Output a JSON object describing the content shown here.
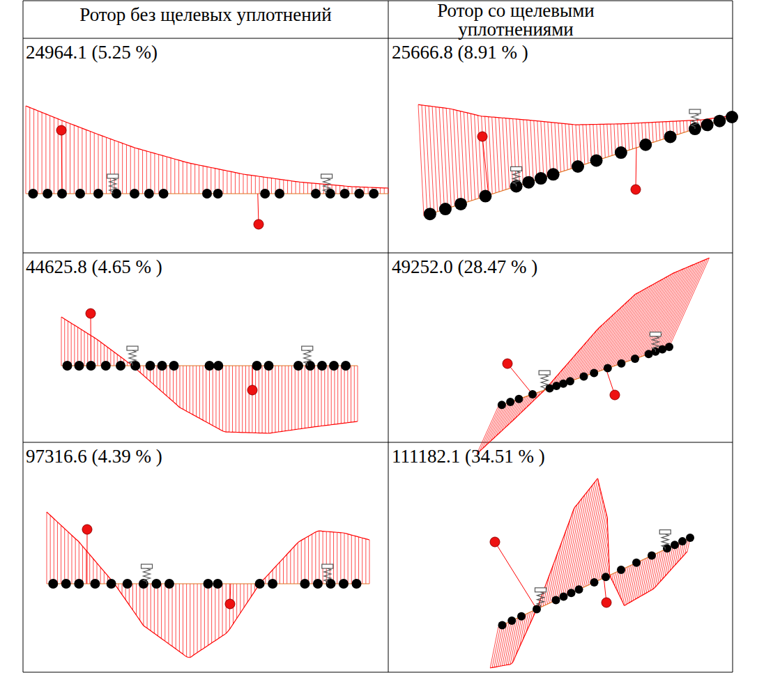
{
  "diagram": {
    "labels": [
      "Ротор без щелевых уплотнений",
      "Ротор со щелевыми уплотнениями",
      "24964.1 (5.25 %)",
      "25666.8 (8.91 % )",
      "44625.8 (4.65 % )",
      "49252.0 (28.47 % )",
      "97316.6 (4.39 % )",
      "111182.1 (34.51 % )"
    ]
  }
}
